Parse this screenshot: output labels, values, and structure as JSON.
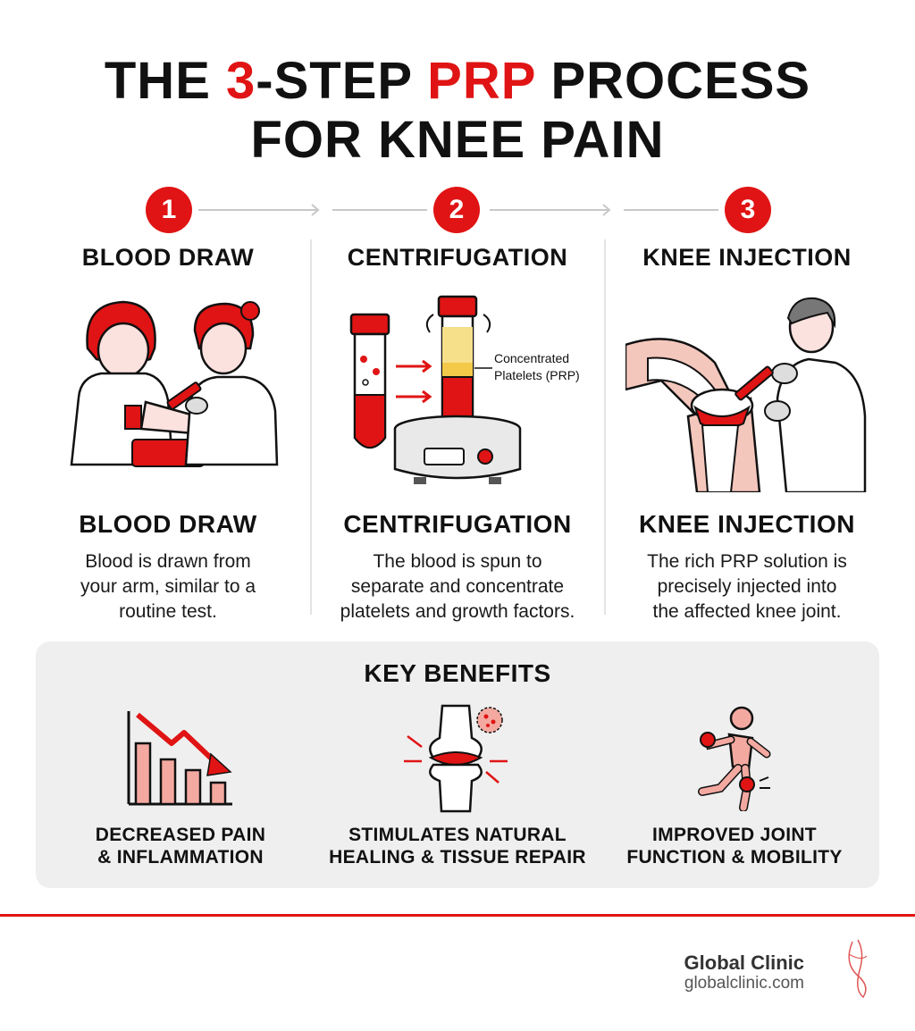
{
  "title": {
    "part1": "THE ",
    "num": "3",
    "part2": "-STEP ",
    "prp": "PRP",
    "part3": " PROCESS",
    "line2": "FOR KNEE PAIN"
  },
  "steps": [
    {
      "number": "1",
      "heading": "BLOOD DRAW",
      "subheading": "BLOOD DRAW",
      "desc_lines": [
        "Blood is drawn from",
        "your arm, similar to a",
        "routine test."
      ]
    },
    {
      "number": "2",
      "heading": "CENTRIFUGATION",
      "subheading": "CENTRIFUGATION",
      "desc_lines": [
        "The blood is spun to",
        "separate and concentrate",
        "platelets and growth factors."
      ],
      "callout_lines": [
        "Concentrated",
        "Platelets (PRP)"
      ]
    },
    {
      "number": "3",
      "heading": "KNEE INJECTION",
      "subheading": "KNEE INJECTION",
      "desc_lines": [
        "The rich PRP solution is",
        "precisely injected into",
        "the affected knee joint."
      ]
    }
  ],
  "benefits": {
    "title": "KEY BENEFITS",
    "items": [
      {
        "icon": "declining-bar-chart-icon",
        "lines": [
          "DECREASED PAIN",
          "& INFLAMMATION"
        ]
      },
      {
        "icon": "knee-joint-healing-icon",
        "lines": [
          "STIMULATES NATURAL",
          "HEALING & TISSUE REPAIR"
        ]
      },
      {
        "icon": "running-person-icon",
        "lines": [
          "IMPROVED JOINT",
          "FUNCTION & MOBILITY"
        ]
      }
    ]
  },
  "footer": {
    "name": "Global Clinic",
    "url": "globalclinic.com"
  },
  "colors": {
    "accent": "#e01414",
    "panel": "#efefef",
    "text": "#111111"
  }
}
